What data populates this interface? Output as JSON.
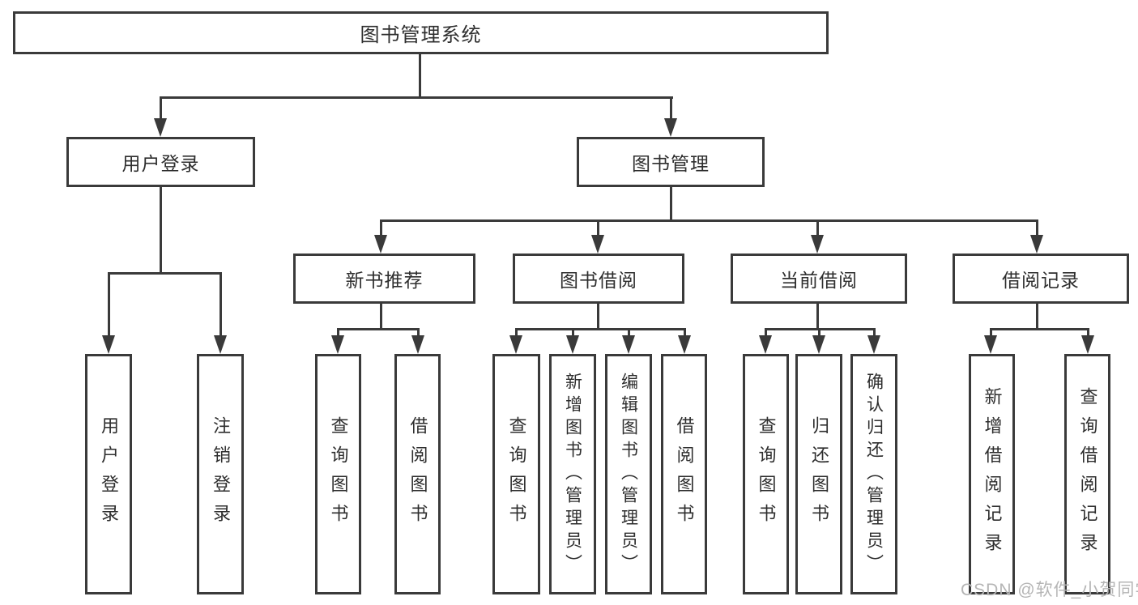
{
  "colors": {
    "line": "#3a3a3a",
    "text": "#2e2e2e",
    "watermark": "#b5b5b5",
    "background": "#ffffff"
  },
  "diagram": {
    "type": "hierarchy-tree",
    "root": {
      "label": "图书管理系统"
    },
    "level2": [
      {
        "label": "用户登录"
      },
      {
        "label": "图书管理"
      }
    ],
    "level3": [
      {
        "label": "新书推荐",
        "parent": "图书管理"
      },
      {
        "label": "图书借阅",
        "parent": "图书管理"
      },
      {
        "label": "当前借阅",
        "parent": "图书管理"
      },
      {
        "label": "借阅记录",
        "parent": "图书管理"
      }
    ],
    "leaves": [
      {
        "label": "用户登录",
        "parent": "用户登录"
      },
      {
        "label": "注销登录",
        "parent": "用户登录"
      },
      {
        "label": "查询图书",
        "parent": "新书推荐"
      },
      {
        "label": "借阅图书",
        "parent": "新书推荐"
      },
      {
        "label": "查询图书",
        "parent": "图书借阅"
      },
      {
        "label": "新增图书（管理员）",
        "parent": "图书借阅"
      },
      {
        "label": "编辑图书（管理员）",
        "parent": "图书借阅"
      },
      {
        "label": "借阅图书",
        "parent": "图书借阅"
      },
      {
        "label": "查询图书",
        "parent": "当前借阅"
      },
      {
        "label": "归还图书",
        "parent": "当前借阅"
      },
      {
        "label": "确认归还（管理员）",
        "parent": "当前借阅"
      },
      {
        "label": "新增借阅记录",
        "parent": "借阅记录"
      },
      {
        "label": "查询借阅记录",
        "parent": "借阅记录"
      }
    ]
  },
  "watermark": {
    "text": "CSDN @软件_小贺同学"
  }
}
